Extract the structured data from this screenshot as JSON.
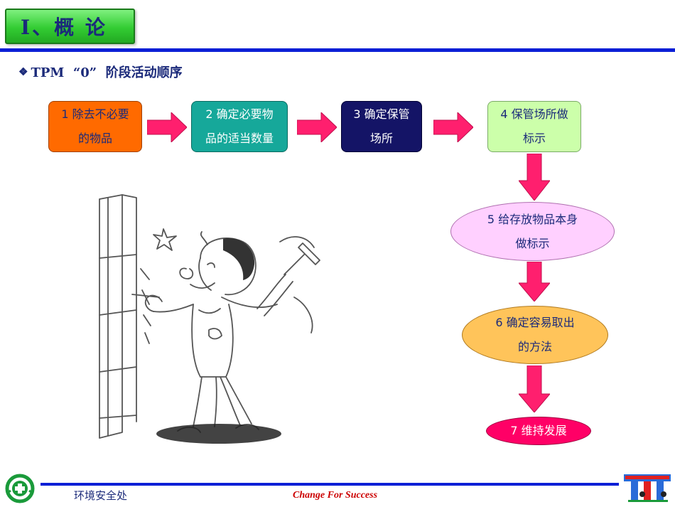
{
  "header": {
    "title": "Ⅰ、概 论"
  },
  "subtitle": {
    "bullet": "❖",
    "text": "TPM  “0”  阶段活动顺序"
  },
  "steps": [
    {
      "line1": "1 除去不必要",
      "line2": "的物品",
      "color": "#ff6a00"
    },
    {
      "line1": "2 确定必要物",
      "line2": "品的适当数量",
      "color": "#16a89a"
    },
    {
      "line1": "3 确定保管",
      "line2": "场所",
      "color": "#141466"
    },
    {
      "line1": "4 保管场所做",
      "line2": "标示",
      "color": "#ccffaa"
    },
    {
      "line1": "5 给存放物品本身",
      "line2": "做标示",
      "color": "#ffd0ff"
    },
    {
      "line1": "6 确定容易取出",
      "line2": "的方法",
      "color": "#ffc45a"
    },
    {
      "line1": "7 维持发展",
      "color": "#ff0066"
    }
  ],
  "arrow_color": "#ff1f6e",
  "footer": {
    "department": "环境安全处",
    "slogan": "Change For Success"
  }
}
